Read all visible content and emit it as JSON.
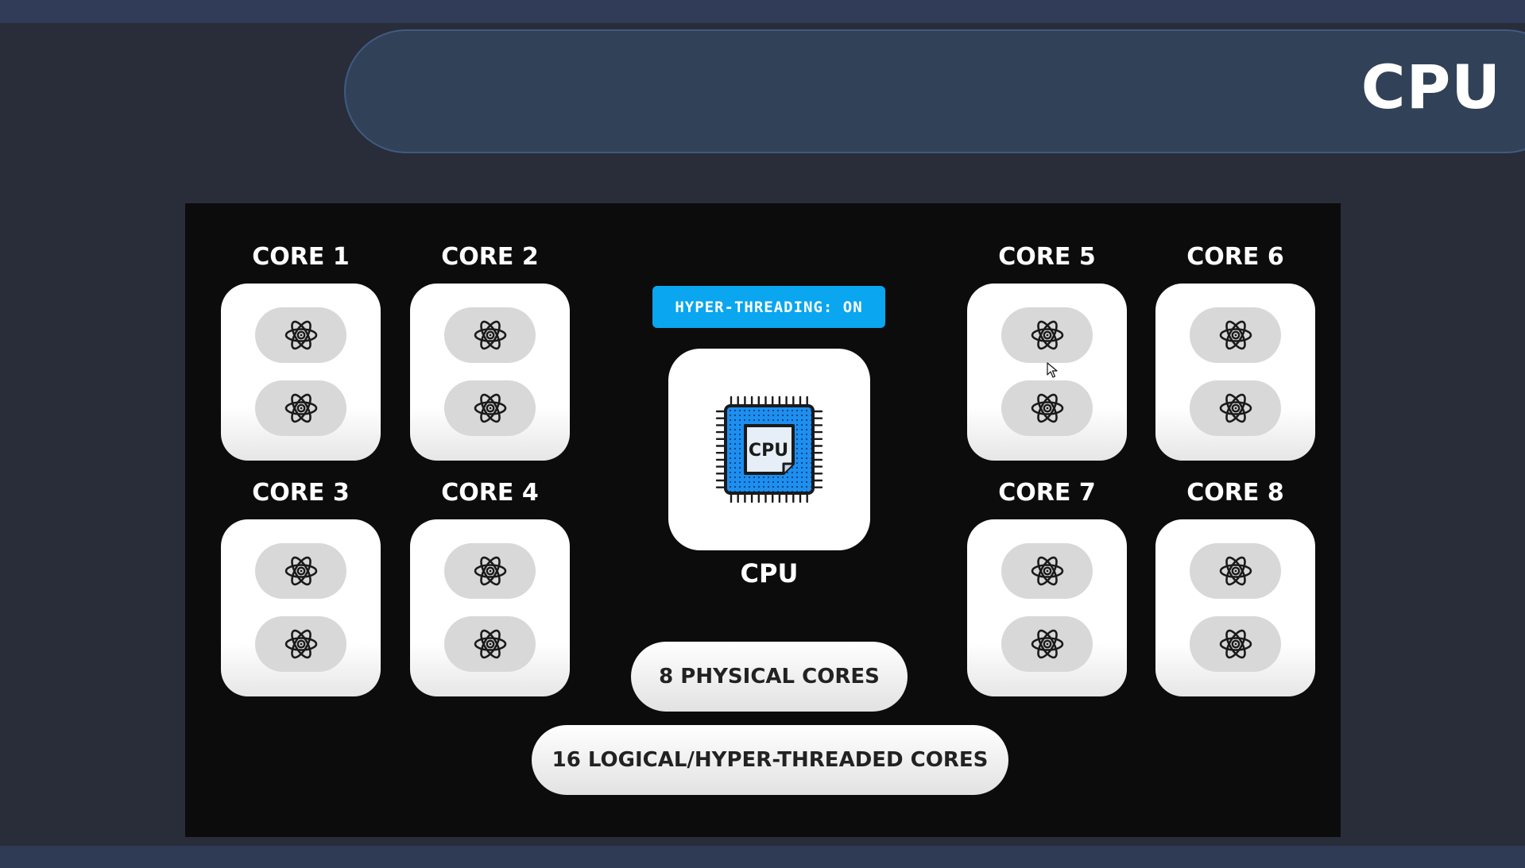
{
  "header": {
    "title": "CPU"
  },
  "diagram": {
    "hyperthreading_badge": "HYPER-THREADING: ON",
    "cpu_label": "CPU",
    "cpu_chip_text": "CPU",
    "cores": [
      {
        "label": "CORE 1"
      },
      {
        "label": "CORE 2"
      },
      {
        "label": "CORE 3"
      },
      {
        "label": "CORE 4"
      },
      {
        "label": "CORE 5"
      },
      {
        "label": "CORE 6"
      },
      {
        "label": "CORE 7"
      },
      {
        "label": "CORE 8"
      }
    ],
    "physical_cores_label": "8 PHYSICAL CORES",
    "logical_cores_label": "16 LOGICAL/HYPER-THREADED CORES",
    "thread_icon": "atom-icon",
    "colors": {
      "badge": "#0aa6ef",
      "chip": "#1d8ff0",
      "canvas": "#0c0c0c",
      "banner": "#314158"
    }
  }
}
